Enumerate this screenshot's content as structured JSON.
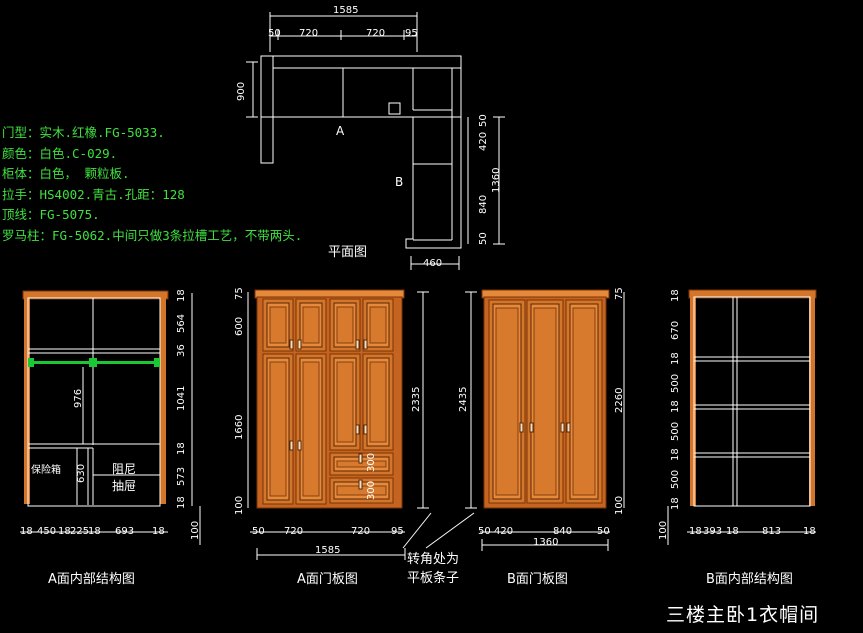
{
  "notes": [
    "门型：实木.红橡.FG-5033.",
    "颜色：白色.C-029.",
    "柜体：白色，  颗粒板.",
    "拉手：HS4002.青古.孔距：128",
    "顶线：FG-5075.",
    "罗马柱：FG-5062.中间只做3条拉槽工艺，不带两头."
  ],
  "plan": {
    "title": "平面图",
    "label_a": "A",
    "label_b": "B",
    "dims_top_total": "1585",
    "dims_top": [
      "50",
      "720",
      "720",
      "95"
    ],
    "dim_depth": "900",
    "dims_right": [
      "50",
      "420",
      "1360",
      "840",
      "50"
    ],
    "dim_bottom": "460"
  },
  "view_a_inner": {
    "caption": "A面内部结构图",
    "dims_right": [
      "18",
      "564",
      "36",
      "1041",
      "18",
      "573",
      "18"
    ],
    "dim_inner_height": "976",
    "dim_drawer_height": "630",
    "dims_bottom": [
      "18",
      "450",
      "18",
      "225",
      "18",
      "693",
      "18"
    ],
    "dim_left": "100",
    "label_safe": "保险箱",
    "label_drawer_1": "阻尼",
    "label_drawer_2": "抽屉"
  },
  "view_a_door": {
    "caption": "A面门板图",
    "dims_left": [
      "75",
      "600",
      "1660",
      "100"
    ],
    "dim_right": "2335",
    "dims_bottom": [
      "50",
      "720",
      "720",
      "95"
    ],
    "dim_total": "1585",
    "dims_drawer": [
      "300",
      "300"
    ],
    "corner_note_1": "转角处为",
    "corner_note_2": "平板条子"
  },
  "view_b_door": {
    "caption": "B面门板图",
    "dim_left": "2435",
    "dims_right": [
      "75",
      "2260",
      "100"
    ],
    "dims_bottom": [
      "50",
      "420",
      "840",
      "50"
    ],
    "dim_total": "1360"
  },
  "view_b_inner": {
    "caption": "B面内部结构图",
    "dims_right": [
      "18",
      "670",
      "18",
      "500",
      "18",
      "500",
      "18",
      "500",
      "18"
    ],
    "dims_bottom": [
      "18",
      "393",
      "18",
      "813",
      "18"
    ],
    "dim_left": "100"
  },
  "footer_title": "三楼主卧1衣帽间",
  "colors": {
    "background": "#000000",
    "outline": "#ffffff",
    "note_text": "#3fe03f",
    "door_fill": "#d4762a",
    "door_dark": "#7a3308",
    "door_rail": "#e58a3a",
    "rod": "#19c832"
  }
}
